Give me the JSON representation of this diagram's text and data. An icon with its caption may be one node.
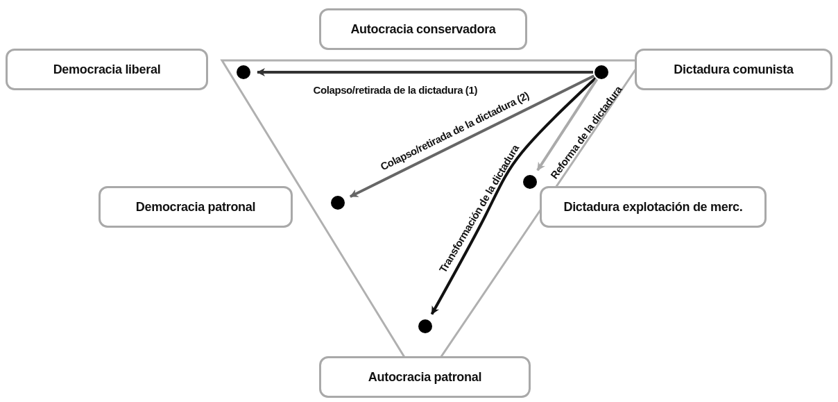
{
  "diagram": {
    "nodes": [
      {
        "text": [
          "Autocracia conservadora"
        ]
      },
      {
        "text": [
          "Democracia liberal"
        ]
      },
      {
        "text": [
          "Dictadura comunista"
        ]
      },
      {
        "text": [],
        "shape": "circle"
      },
      {
        "text": [],
        "shape": "circle"
      },
      {
        "text": [
          "Democracia patronal"
        ]
      },
      {
        "text": [],
        "shape": "circle"
      },
      {
        "text": [
          "Dictadura explotación de merc."
        ]
      },
      {
        "text": [],
        "shape": "circle"
      },
      {
        "text": [],
        "shape": "circle"
      },
      {
        "text": [
          "Autocracia patronal"
        ]
      }
    ],
    "edges": [
      {
        "from": 4,
        "to": 3,
        "arrow": "to",
        "label": "Colapso/retirada de la dictadura (1)",
        "color": "#333333"
      },
      {
        "from": 4,
        "to": 8,
        "arrow": "to",
        "label": "Colapso/retirada de la dictadura (2)",
        "color": "#666666"
      },
      {
        "from": 4,
        "to": 9,
        "arrow": "to",
        "label": "Transformación de la dictadura",
        "color": "#111111"
      },
      {
        "from": 4,
        "to": 6,
        "arrow": "to",
        "label": "Reforma de la dictadura",
        "color": "#aaaaaa"
      }
    ]
  }
}
